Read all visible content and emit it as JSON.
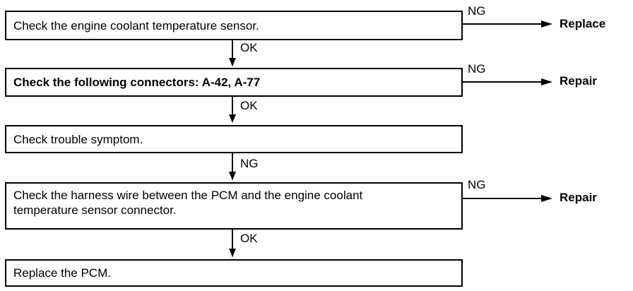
{
  "steps": [
    {
      "text": "Check the engine coolant temperature sensor."
    },
    {
      "text": "Check the following connectors: A-42, A-77"
    },
    {
      "text": "Check trouble symptom."
    },
    {
      "text": "Check the harness wire between the PCM and the engine coolant\ntemperature sensor connector."
    },
    {
      "text": "Replace the PCM."
    }
  ],
  "down_labels": [
    "OK",
    "OK",
    "NG",
    "OK"
  ],
  "side_branches": [
    {
      "label": "NG",
      "result": "Replace"
    },
    {
      "label": "NG",
      "result": "Repair"
    },
    {
      "label": "NG",
      "result": "Repair"
    }
  ]
}
